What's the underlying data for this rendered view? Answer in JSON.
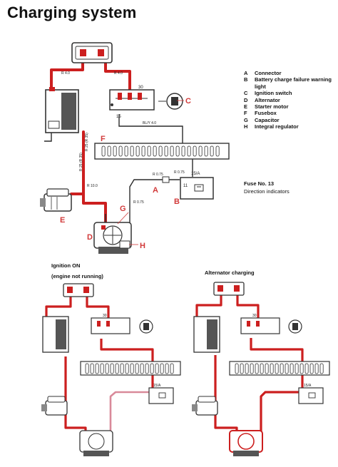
{
  "title": "Charging system",
  "legend": [
    {
      "letter": "A",
      "text": "Connector"
    },
    {
      "letter": "B",
      "text": "Battery charge failure warning light"
    },
    {
      "letter": "C",
      "text": "Ignition switch"
    },
    {
      "letter": "D",
      "text": "Alternator"
    },
    {
      "letter": "E",
      "text": "Starter motor"
    },
    {
      "letter": "F",
      "text": "Fusebox"
    },
    {
      "letter": "G",
      "text": "Capacitor"
    },
    {
      "letter": "H",
      "text": "Integral regulator"
    }
  ],
  "fuse_note": {
    "title": "Fuse No. 13",
    "text": "Direction indicators"
  },
  "captions": {
    "ignition_on": "Ignition ON",
    "engine_not_running": "(engine not running)",
    "alternator_charging": "Alternator charging"
  },
  "callouts": {
    "A": "A",
    "B": "B",
    "C": "C",
    "D": "D",
    "E": "E",
    "F": "F",
    "G": "G",
    "H": "H"
  },
  "wire_labels": {
    "r40_a": "R 4.0",
    "r40_b": "R 4.0",
    "r25_a": "R 25 (R 35)",
    "r25_b": "R 25 (R 35)",
    "r100": "R 10.0",
    "bly40": "BL/Y 4.0",
    "r075_a": "R 0.75",
    "r075_b": "R 0.75",
    "r075_c": "R 0.75"
  },
  "terminals": {
    "t30": "30",
    "t15": "15",
    "t11": "11",
    "t15a": "15/A"
  },
  "colors": {
    "wire_active": "#cc1f1f",
    "wire_inactive": "#2a2a2a",
    "wire_ignition": "#d98a9a",
    "component": "#333333"
  }
}
